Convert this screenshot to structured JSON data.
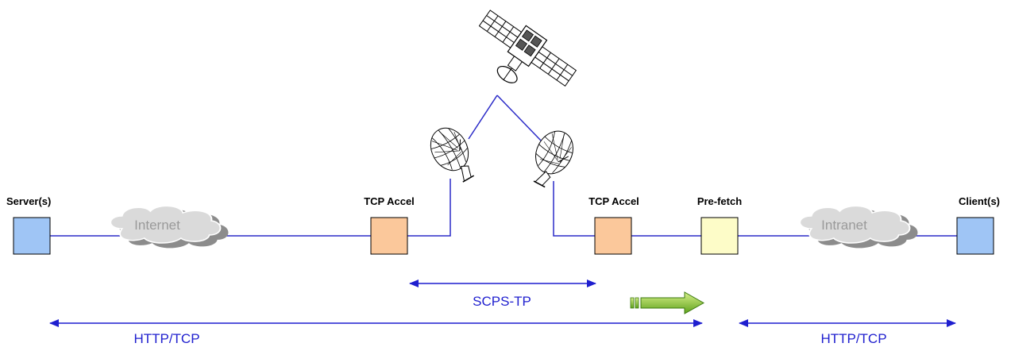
{
  "nodes": {
    "server": {
      "label": "Server(s)",
      "color": "#9fc5f5"
    },
    "tcp_accel_left": {
      "label": "TCP Accel",
      "color": "#fbc89b"
    },
    "tcp_accel_right": {
      "label": "TCP Accel",
      "color": "#fbc89b"
    },
    "prefetch": {
      "label": "Pre-fetch",
      "color": "#fdfcc8"
    },
    "client": {
      "label": "Client(s)",
      "color": "#9fc5f5"
    }
  },
  "clouds": {
    "internet": {
      "label": "Internet"
    },
    "intranet": {
      "label": "Intranet"
    }
  },
  "protocols": {
    "scps": {
      "label": "SCPS-TP"
    },
    "http_left": {
      "label": "HTTP/TCP"
    },
    "http_right": {
      "label": "HTTP/TCP"
    }
  },
  "icons": [
    "satellite-icon",
    "satellite-dish-icon",
    "cloud-icon",
    "direction-arrow-icon"
  ],
  "colors": {
    "link": "#2b2bc8",
    "arrow": "#1f1fcf",
    "cloud_fill": "#d9d9d9",
    "cloud_shadow": "#8c8c8c",
    "green_arrow": "#8cc63f"
  }
}
